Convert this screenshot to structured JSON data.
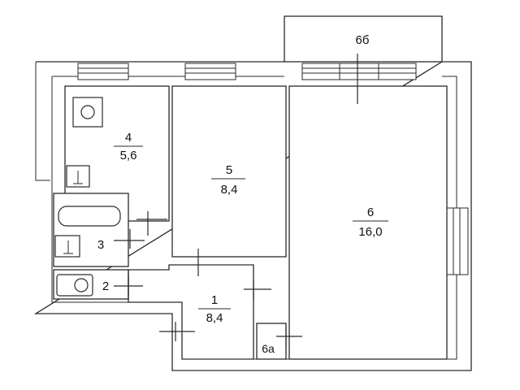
{
  "rooms": {
    "r1": {
      "num": "1",
      "area": "8,4"
    },
    "r2": {
      "num": "2"
    },
    "r3": {
      "num": "3"
    },
    "r4": {
      "num": "4",
      "area": "5,6"
    },
    "r5": {
      "num": "5",
      "area": "8,4"
    },
    "r6": {
      "num": "6",
      "area": "16,0"
    },
    "r6a": {
      "num": "6а"
    },
    "r6b": {
      "num": "6б"
    }
  }
}
